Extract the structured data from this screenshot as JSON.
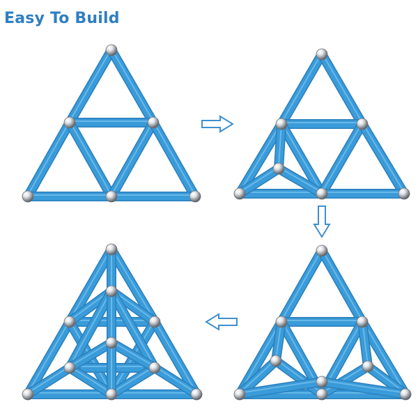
{
  "header": {
    "title": "Easy To Build"
  },
  "colors": {
    "title": "#2f7fc2",
    "rod": "#3a9bd9",
    "rod_edge": "#2a7fbb",
    "rod_highlight": "#8fd0f5",
    "ball": "#c9ccd0",
    "arrow": "#3d8fd0"
  },
  "steps": [
    {
      "name": "step-1-flat-triangle"
    },
    {
      "name": "step-2-add-inner-ball"
    },
    {
      "name": "step-3-three-inner-balls"
    },
    {
      "name": "step-4-pyramid"
    }
  ],
  "arrows": [
    {
      "name": "arrow-right",
      "direction": "right"
    },
    {
      "name": "arrow-down",
      "direction": "down"
    },
    {
      "name": "arrow-left",
      "direction": "left"
    }
  ]
}
